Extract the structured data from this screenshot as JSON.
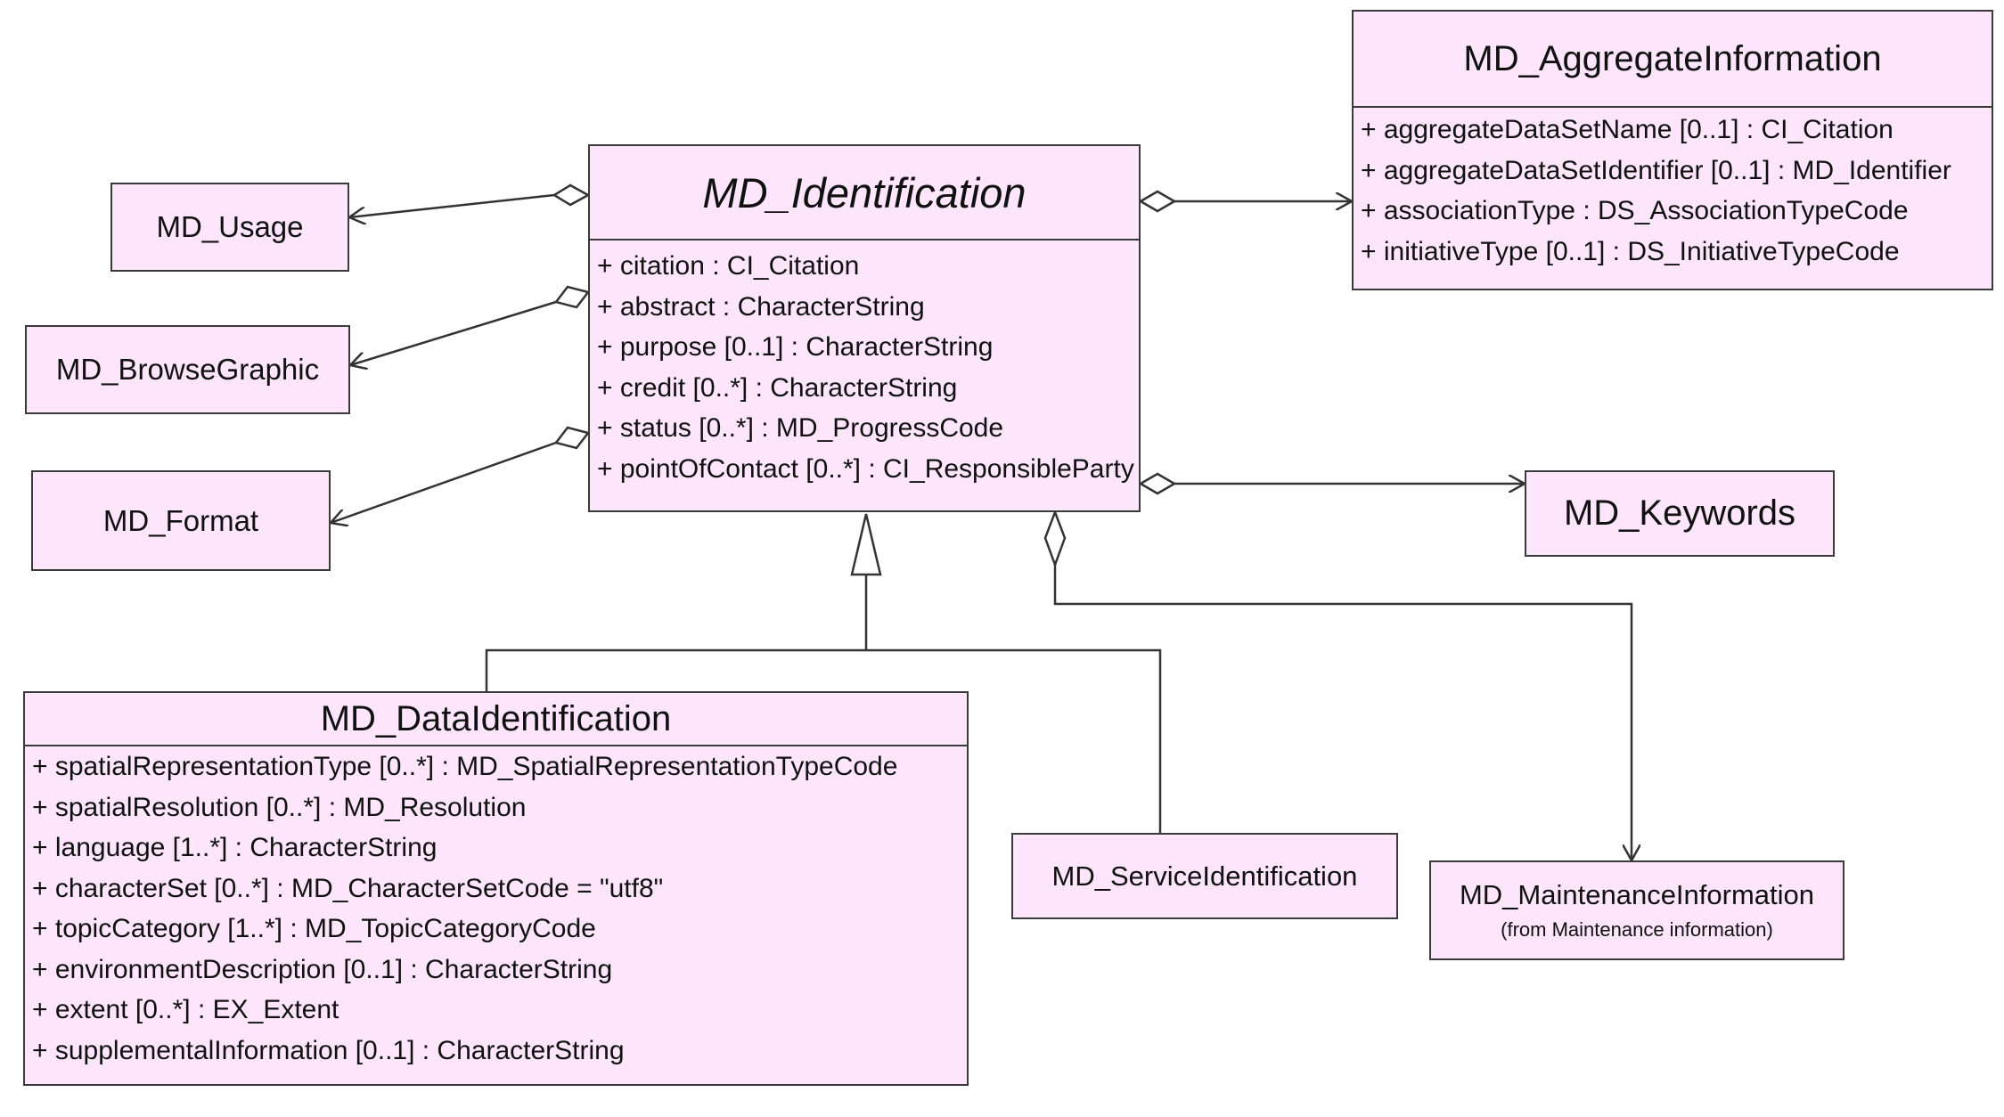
{
  "classes": {
    "md_identification": {
      "name": "MD_Identification",
      "attributes": [
        "+ citation : CI_Citation",
        "+ abstract : CharacterString",
        "+ purpose [0..1] : CharacterString",
        "+ credit [0..*] : CharacterString",
        "+ status [0..*] : MD_ProgressCode",
        "+ pointOfContact [0..*] : CI_ResponsibleParty"
      ]
    },
    "md_aggregate_information": {
      "name": "MD_AggregateInformation",
      "attributes": [
        "+ aggregateDataSetName [0..1] : CI_Citation",
        "+ aggregateDataSetIdentifier [0..1] : MD_Identifier",
        "+ associationType : DS_AssociationTypeCode",
        "+ initiativeType [0..1] : DS_InitiativeTypeCode"
      ]
    },
    "md_data_identification": {
      "name": "MD_DataIdentification",
      "attributes": [
        "+ spatialRepresentationType [0..*] : MD_SpatialRepresentationTypeCode",
        "+ spatialResolution [0..*] : MD_Resolution",
        "+ language [1..*] : CharacterString",
        "+ characterSet [0..*] : MD_CharacterSetCode = \"utf8\"",
        "+ topicCategory [1..*] : MD_TopicCategoryCode",
        "+ environmentDescription  [0..1] : CharacterString",
        "+ extent [0..*] : EX_Extent",
        "+ supplementalInformation [0..1] : CharacterString"
      ]
    },
    "md_usage": {
      "name": "MD_Usage"
    },
    "md_browse_graphic": {
      "name": "MD_BrowseGraphic"
    },
    "md_format": {
      "name": "MD_Format"
    },
    "md_keywords": {
      "name": "MD_Keywords"
    },
    "md_service_identification": {
      "name": "MD_ServiceIdentification"
    },
    "md_maintenance_information": {
      "name": "MD_MaintenanceInformation",
      "note": "(from Maintenance information)"
    }
  },
  "relationships": [
    {
      "type": "aggregation",
      "from": "MD_Identification",
      "to": "MD_Usage"
    },
    {
      "type": "aggregation",
      "from": "MD_Identification",
      "to": "MD_BrowseGraphic"
    },
    {
      "type": "aggregation",
      "from": "MD_Identification",
      "to": "MD_Format"
    },
    {
      "type": "aggregation",
      "from": "MD_Identification",
      "to": "MD_AggregateInformation"
    },
    {
      "type": "aggregation",
      "from": "MD_Identification",
      "to": "MD_Keywords"
    },
    {
      "type": "aggregation",
      "from": "MD_Identification",
      "to": "MD_MaintenanceInformation"
    },
    {
      "type": "generalization",
      "from": "MD_DataIdentification",
      "to": "MD_Identification"
    },
    {
      "type": "generalization",
      "from": "MD_ServiceIdentification",
      "to": "MD_Identification"
    }
  ],
  "colors": {
    "class_fill": "#fde6fc",
    "border": "#3a3a3a",
    "line": "#333333"
  }
}
